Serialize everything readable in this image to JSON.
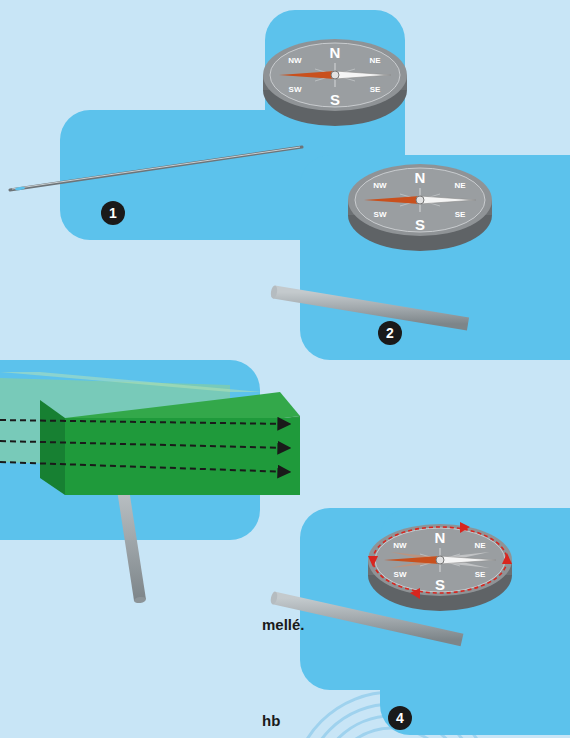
{
  "diagram": {
    "nodes": [
      {
        "text": [
          "1"
        ]
      },
      {
        "text": [
          "2"
        ]
      },
      {
        "text": [
          "4"
        ]
      }
    ],
    "labels": [
      "N",
      "NW",
      "NE",
      "SW",
      "SE",
      "S",
      "N",
      "NW",
      "NE",
      "SW",
      "SE",
      "S",
      "N",
      "NW",
      "NE",
      "SW",
      "SE",
      "S",
      "mellé.",
      "hb"
    ]
  }
}
